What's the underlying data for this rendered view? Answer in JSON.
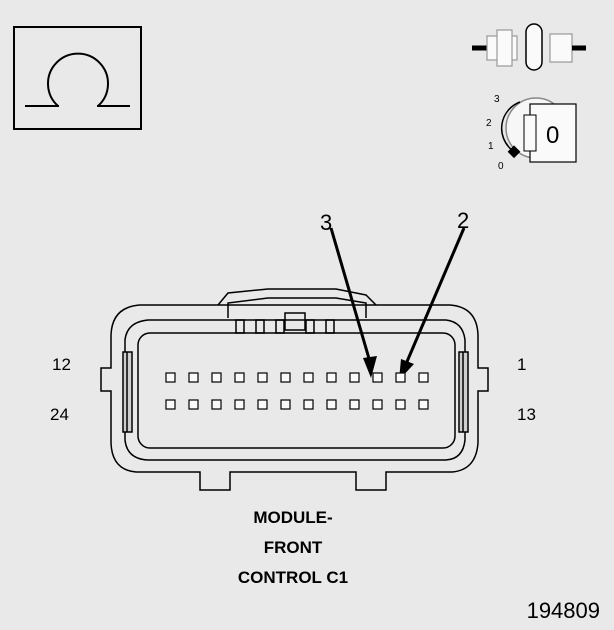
{
  "meter_symbol": {
    "icon": "ohm-icon"
  },
  "ignition": {
    "positions": [
      "3",
      "2",
      "1",
      "0"
    ],
    "key_label": "0",
    "icon": "ignition-key-icon",
    "connector_icon": "disconnected-connector-icon"
  },
  "callouts": [
    "3",
    "2"
  ],
  "connector": {
    "pin_labels": {
      "top_left": "12",
      "top_right": "1",
      "bottom_left": "24",
      "bottom_right": "13"
    },
    "cavities_per_row": 12
  },
  "caption": {
    "line1": "MODULE-",
    "line2": "FRONT",
    "line3": "CONTROL C1"
  },
  "figure_id": "194809"
}
